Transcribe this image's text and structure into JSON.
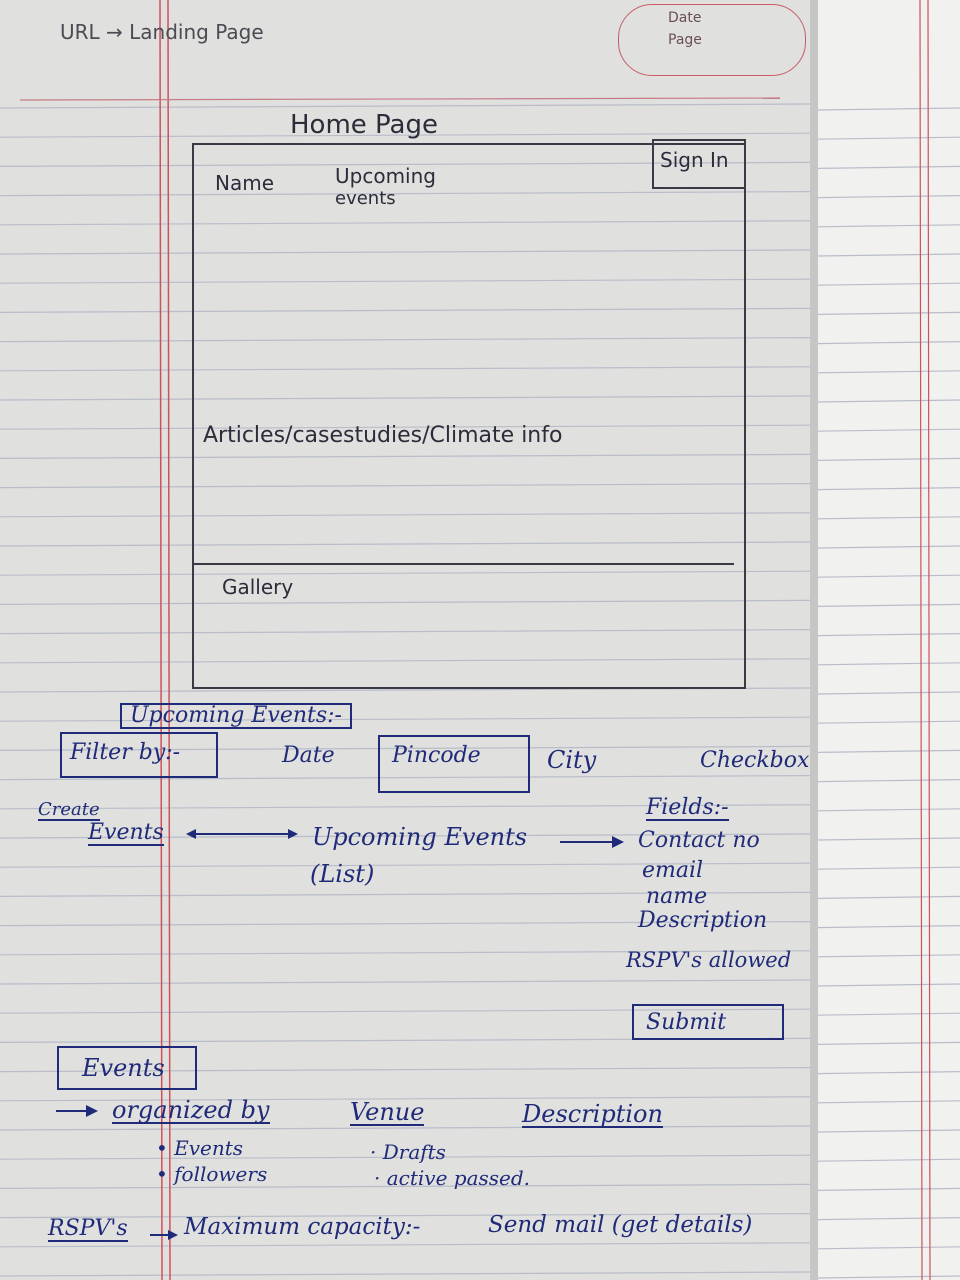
{
  "header": {
    "url_note": "URL → Landing Page",
    "date_label": "Date",
    "page_label": "Page"
  },
  "home_page": {
    "title": "Home Page",
    "sign_in": "Sign In",
    "name": "Name",
    "upcoming_line1": "Upcoming",
    "upcoming_line2": "events",
    "articles": "Articles/casestudies/Climate info",
    "gallery": "Gallery"
  },
  "upcoming_events": {
    "heading": "Upcoming Events:-",
    "filter_by": "Filter by:-",
    "filters": [
      "Date",
      "Pincode",
      "City",
      "Checkbox"
    ]
  },
  "flow": {
    "create_line1": "Create",
    "create_line2": "Events",
    "upcoming_events": "Upcoming Events",
    "list": "(List)",
    "fields_heading": "Fields:-",
    "fields": [
      "Contact no",
      "email",
      "name",
      "Description",
      "RSPV's allowed"
    ],
    "submit": "Submit"
  },
  "events": {
    "heading": "Events",
    "organized_by": "organized by",
    "organized_items": [
      "Events",
      "followers"
    ],
    "venue": "Venue",
    "venue_items": [
      "Drafts",
      "active passed."
    ],
    "description": "Description"
  },
  "footer": {
    "rspv": "RSPV's",
    "max_capacity": "Maximum capacity:-",
    "send_mail": "Send mail (get details)"
  },
  "colors": {
    "paper": "#f1f1f0",
    "pen_ink": "#1f2a78",
    "pencil": "#4b4b52",
    "margin_line": "#d0505a",
    "ruled_line": "#b8bdc8"
  }
}
